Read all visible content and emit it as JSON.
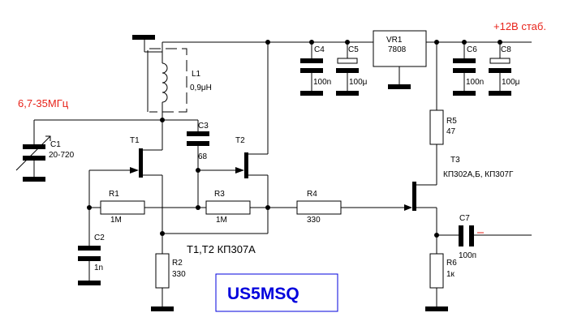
{
  "supply_label": "+12В стаб.",
  "freq_label": "6,7-35МГц",
  "transistor_note": "T1,T2 КП307А",
  "callsign": "US5MSQ",
  "components": {
    "VR1": {
      "ref": "VR1",
      "value": "7808"
    },
    "L1": {
      "ref": "L1",
      "value": "0,9μH"
    },
    "C1": {
      "ref": "C1",
      "value": "20-720"
    },
    "C2": {
      "ref": "C2",
      "value": "1n"
    },
    "C3": {
      "ref": "C3",
      "value": "68"
    },
    "C4": {
      "ref": "C4",
      "value": "100n"
    },
    "C5": {
      "ref": "C5",
      "value": "100μ"
    },
    "C6": {
      "ref": "C6",
      "value": "100n"
    },
    "C7": {
      "ref": "C7",
      "value": "100п"
    },
    "C8": {
      "ref": "C8",
      "value": "100μ"
    },
    "R1": {
      "ref": "R1",
      "value": "1M"
    },
    "R2": {
      "ref": "R2",
      "value": "330"
    },
    "R3": {
      "ref": "R3",
      "value": "1M"
    },
    "R4": {
      "ref": "R4",
      "value": "330"
    },
    "R5": {
      "ref": "R5",
      "value": "47"
    },
    "R6": {
      "ref": "R6",
      "value": "1к"
    },
    "T1": {
      "ref": "T1"
    },
    "T2": {
      "ref": "T2"
    },
    "T3": {
      "ref": "T3",
      "value": "КП302А,Б, КП307Г"
    }
  },
  "colors": {
    "annotation": "#e8231a",
    "callsign": "#0000dd",
    "line": "#000000"
  }
}
